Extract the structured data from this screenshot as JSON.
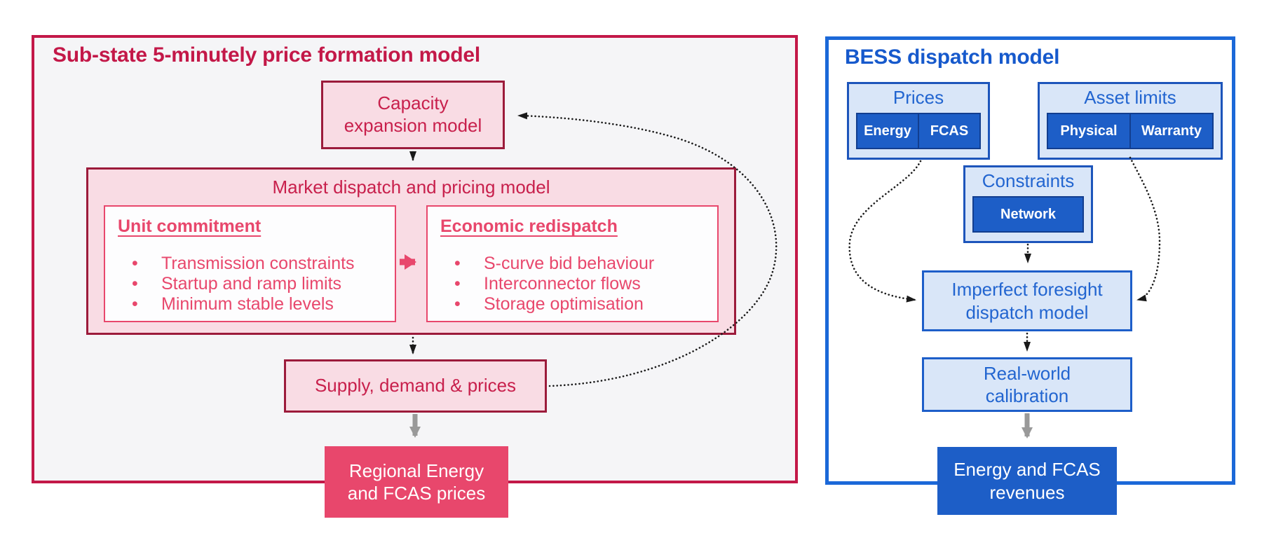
{
  "left_panel": {
    "title": "Sub-state 5-minutely price formation model",
    "capacity_box": "Capacity\nexpansion model",
    "market": {
      "title": "Market dispatch and pricing model",
      "unit_commitment": {
        "title": "Unit commitment",
        "bullets": [
          "Transmission constraints",
          "Startup and ramp limits",
          "Minimum stable levels"
        ]
      },
      "economic_redispatch": {
        "title": "Economic redispatch",
        "bullets": [
          "S-curve bid behaviour",
          "Interconnector flows",
          "Storage optimisation"
        ]
      }
    },
    "supply_box": "Supply, demand & prices",
    "output_box": "Regional Energy\nand FCAS prices"
  },
  "right_panel": {
    "title": "BESS dispatch model",
    "prices": {
      "title": "Prices",
      "items": [
        "Energy",
        "FCAS"
      ]
    },
    "asset_limits": {
      "title": "Asset limits",
      "items": [
        "Physical",
        "Warranty"
      ]
    },
    "constraints": {
      "title": "Constraints",
      "items": [
        "Network"
      ]
    },
    "dispatch_box": "Imperfect foresight\ndispatch model",
    "calibration_box": "Real-world\ncalibration",
    "output_box": "Energy and FCAS\nrevenues"
  },
  "colors": {
    "crimson": "#c31848",
    "maroon_box_border": "#9c1b3b",
    "pink_fill": "#f9dce4",
    "bright_pink": "#e8476c",
    "left_panel_bg": "#f5f5f7",
    "blue_border": "#1b68d8",
    "blue_title": "#1659cc",
    "blue_text": "#2265d0",
    "light_blue_fill": "#d9e6f8",
    "dark_blue_fill": "#1d5ec7",
    "arrow_black": "#1a1a1a",
    "arrow_gray": "#999999"
  }
}
